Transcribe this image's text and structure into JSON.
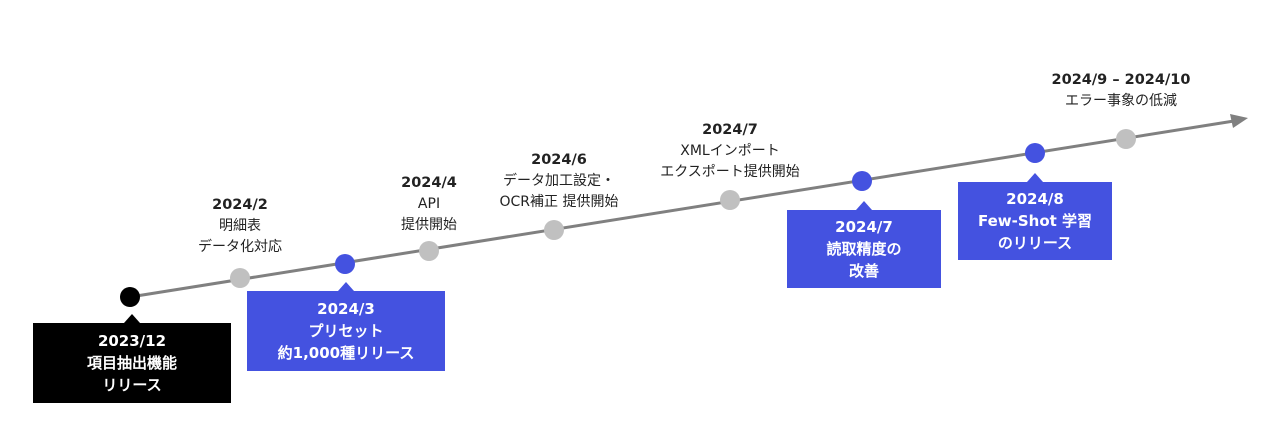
{
  "colors": {
    "line": "#808080",
    "grey_dot": "#c0c0c0",
    "black": "#000000",
    "blue": "#4452e0"
  },
  "milestones": [
    {
      "id": "m1",
      "style": "box-black",
      "lines": [
        "2023/12",
        "項目抽出機能",
        "リリース"
      ]
    },
    {
      "id": "m2",
      "style": "label",
      "date": "2024/2",
      "lines": [
        "明細表",
        "データ化対応"
      ]
    },
    {
      "id": "m3",
      "style": "box-blue",
      "lines": [
        "2024/3",
        "プリセット",
        "約1,000種リリース"
      ]
    },
    {
      "id": "m4",
      "style": "label",
      "date": "2024/4",
      "lines": [
        "API",
        "提供開始"
      ]
    },
    {
      "id": "m5",
      "style": "label",
      "date": "2024/6",
      "lines": [
        "データ加工設定・",
        "OCR補正 提供開始"
      ]
    },
    {
      "id": "m6",
      "style": "label",
      "date": "2024/7",
      "lines": [
        "XMLインポート",
        "エクスポート提供開始"
      ]
    },
    {
      "id": "m7",
      "style": "box-blue",
      "lines": [
        "2024/7",
        "読取精度の",
        "改善"
      ]
    },
    {
      "id": "m8",
      "style": "box-blue",
      "lines": [
        "2024/8",
        "Few-Shot 学習",
        "のリリース"
      ]
    },
    {
      "id": "m9",
      "style": "label",
      "date": "2024/9 – 2024/10",
      "lines": [
        "エラー事象の低減"
      ]
    }
  ]
}
